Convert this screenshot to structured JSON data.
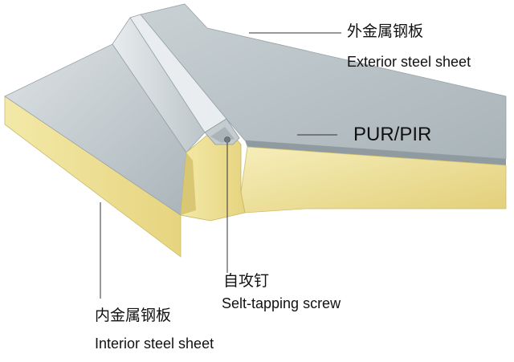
{
  "labels": {
    "exterior_cn": "外金属钢板",
    "exterior_en": "Exterior steel sheet",
    "core": "PUR/PIR",
    "screw_cn": "自攻钉",
    "screw_en": "Selt-tapping screw",
    "interior_cn": "内金属钢板",
    "interior_en": "Interior steel sheet"
  },
  "colors": {
    "steel_top": "#b8c2c6",
    "steel_light": "#d7dde0",
    "steel_shadow": "#8f9ba0",
    "core_light": "#f4eaaa",
    "core_mid": "#e9da86",
    "core_dark": "#d6c36a",
    "line": "#333333"
  }
}
